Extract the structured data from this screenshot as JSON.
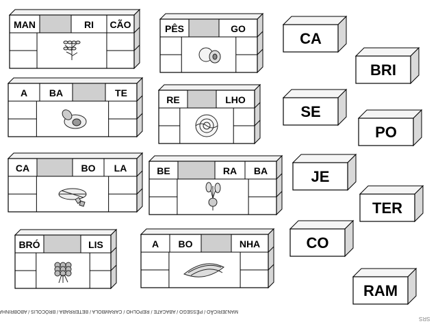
{
  "worksheet": {
    "bricks": [
      {
        "name": "brick-mangerica",
        "cells": [
          "MAN",
          "",
          "RI",
          "CÃO"
        ],
        "shaded": [
          1
        ],
        "picture": "herb-sprig"
      },
      {
        "name": "brick-pessego",
        "cells": [
          "PÊS",
          "",
          "GO"
        ],
        "shaded": [
          1
        ],
        "picture": "peach"
      },
      {
        "name": "brick-abacate",
        "cells": [
          "A",
          "BA",
          "",
          "TE"
        ],
        "shaded": [
          2
        ],
        "picture": "avocado"
      },
      {
        "name": "brick-repolho",
        "cells": [
          "RE",
          "",
          "LHO"
        ],
        "shaded": [
          1
        ],
        "picture": "cabbage"
      },
      {
        "name": "brick-carambola",
        "cells": [
          "CA",
          "",
          "BO",
          "LA"
        ],
        "shaded": [
          1
        ],
        "picture": "star-fruit"
      },
      {
        "name": "brick-beterraba",
        "cells": [
          "BE",
          "",
          "RA",
          "BA"
        ],
        "shaded": [
          1
        ],
        "picture": "beet"
      },
      {
        "name": "brick-brocolis",
        "cells": [
          "BRÓ",
          "",
          "LIS"
        ],
        "shaded": [
          1
        ],
        "picture": "broccoli"
      },
      {
        "name": "brick-abobrinha",
        "cells": [
          "A",
          "BO",
          "",
          "NHA"
        ],
        "shaded": [
          2
        ],
        "picture": "zucchini"
      }
    ],
    "syllable_blocks": [
      "CA",
      "BRI",
      "SE",
      "PO",
      "JE",
      "TER",
      "CO",
      "RAM"
    ],
    "footer": "MANJERICÃO / PÊSSEGO / ABACATE / REPOLHO / CARAMBOLA / BETERRABA / BRÓCOLIS / ABOBRINHA",
    "signature": "SRS"
  }
}
